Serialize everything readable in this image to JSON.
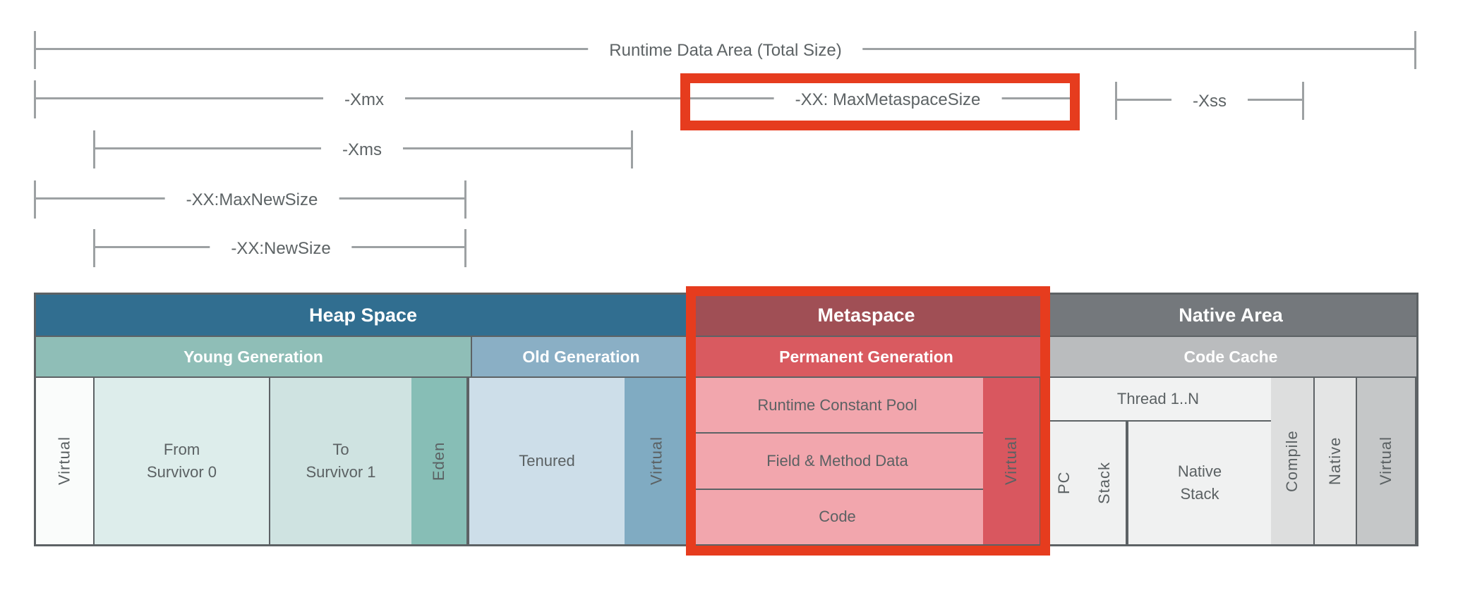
{
  "annotations": {
    "runtime_total": "Runtime Data Area (Total Size)",
    "xmx": "-Xmx",
    "max_metaspace": "-XX: MaxMetaspaceSize",
    "xss": "-Xss",
    "xms": "-Xms",
    "max_new_size": "-XX:MaxNewSize",
    "new_size": "-XX:NewSize"
  },
  "table": {
    "heap": {
      "title": "Heap Space",
      "young_title": "Young Generation",
      "old_title": "Old Generation",
      "virtual": "Virtual",
      "from_survivor": "From\nSurvivor 0",
      "to_survivor": "To\nSurvivor 1",
      "eden": "Eden",
      "tenured": "Tenured",
      "old_virtual": "Virtual"
    },
    "metaspace": {
      "title": "Metaspace",
      "perm_title": "Permanent Generation",
      "runtime_constant_pool": "Runtime Constant Pool",
      "field_method_data": "Field & Method Data",
      "code": "Code",
      "virtual": "Virtual"
    },
    "native": {
      "title": "Native Area",
      "code_cache_title": "Code Cache",
      "thread": "Thread 1..N",
      "pc": "PC",
      "stack": "Stack",
      "native_stack": "Native\nStack",
      "compile": "Compile",
      "native": "Native",
      "virtual": "Virtual"
    }
  },
  "colors": {
    "heap_header": "#316e90",
    "young": "#8fbeb7",
    "old": "#8aafc5",
    "meta_header": "#a04f55",
    "perm": "#d95a60",
    "native_header": "#74787c",
    "code_cache": "#babcbe",
    "virtual_heap": "#fafcfb",
    "survivor0": "#ddedeb",
    "survivor1": "#cfe3e1",
    "eden": "#87beb6",
    "tenured": "#cddee9",
    "old_virtual": "#80abc2",
    "pink": "#f2a6ad",
    "meta_virtual": "#d9575f",
    "thread_bg": "#f1f2f2",
    "thread_cell": "#f0f1f1",
    "compile": "#dddede",
    "native_cell": "#e4e5e5",
    "native_virtual": "#c5c7c8",
    "highlight": "#e63c1e",
    "line": "#9da1a3",
    "label_text": "#5d6365",
    "cell_text": "#5b6163",
    "header_text": "#ffffff",
    "border": "#5d6265"
  }
}
